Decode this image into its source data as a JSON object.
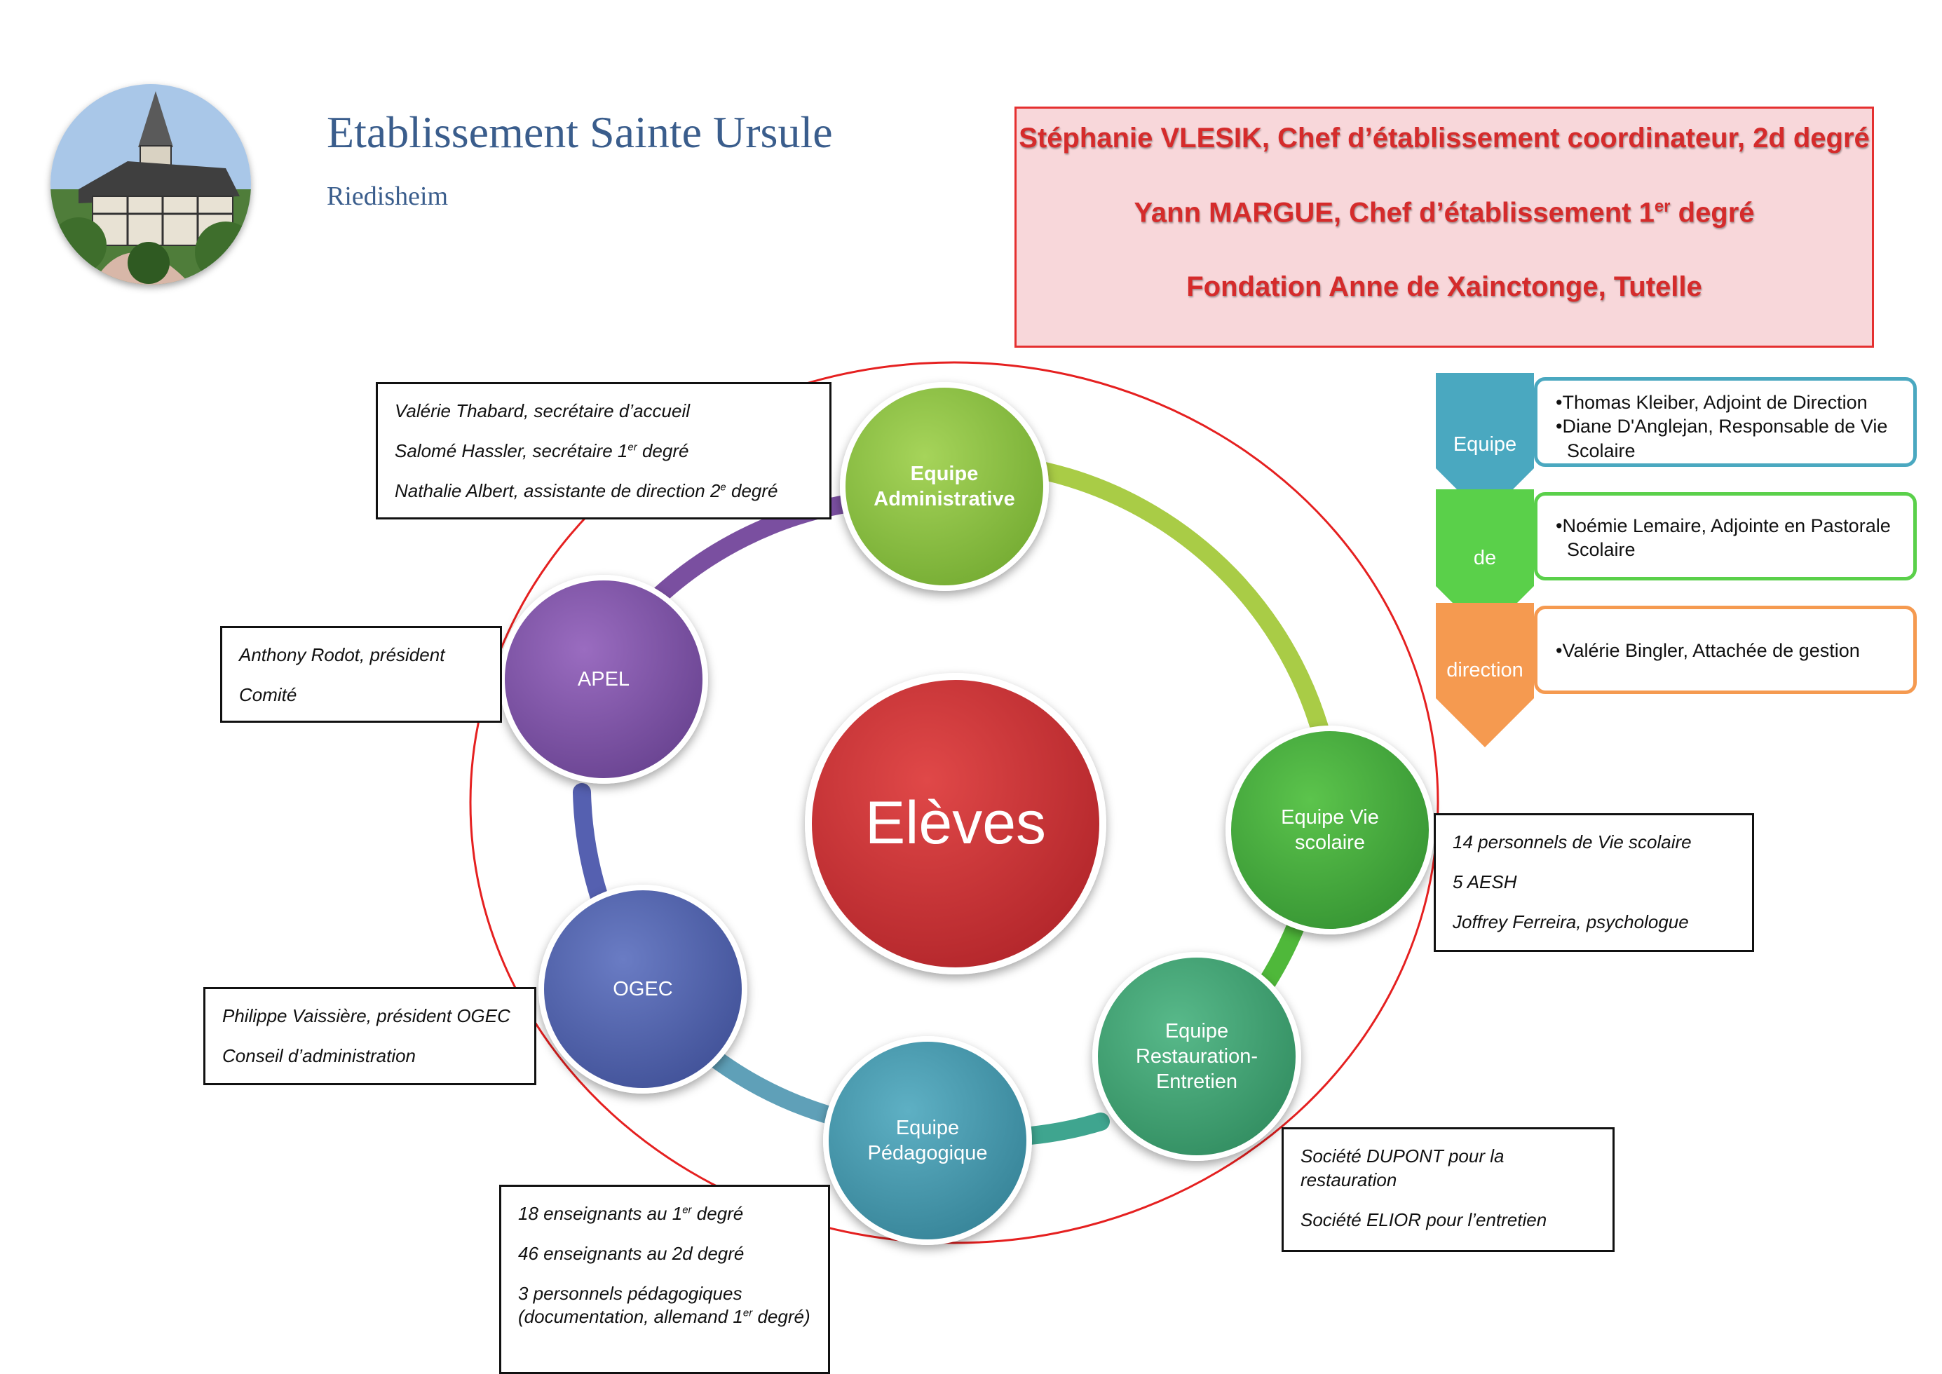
{
  "header": {
    "school_name": "Etablissement Sainte Ursule",
    "school_town": "Riedisheim"
  },
  "leadership": [
    {
      "text": "Stéphanie VLESIK, Chef d’établissement coordinateur, 2d degré"
    },
    {
      "text_before": "Yann MARGUE, Chef d’établissement 1",
      "sup": "er",
      "text_after": " degré"
    },
    {
      "text": "Fondation Anne de Xainctonge, Tutelle"
    }
  ],
  "cycle": {
    "center": "Elèves",
    "nodes": [
      {
        "label": "Equipe Administrative",
        "color": "#8cbf3f"
      },
      {
        "label": "Equipe  Vie scolaire",
        "color": "#3fae3f"
      },
      {
        "label": "Equipe Restauration-Entretien",
        "color": "#3fa572"
      },
      {
        "label": "Equipe Pédagogique",
        "color": "#3f94a8"
      },
      {
        "label": "OGEC",
        "color": "#4a5fa8"
      },
      {
        "label": "APEL",
        "color": "#7a4fa0"
      }
    ]
  },
  "info_boxes": {
    "admin": {
      "line1": "Valérie Thabard, secrétaire d’accueil",
      "line2_a": "Salomé Hassler, secrétaire 1",
      "line2_sup": "er",
      "line2_b": " degré",
      "line3_a": "Nathalie Albert, assistante de direction 2",
      "line3_sup": "e",
      "line3_b": " degré"
    },
    "apel": {
      "line1": "Anthony Rodot, président",
      "line2": "Comité"
    },
    "ogec": {
      "line1": "Philippe Vaissière, président OGEC",
      "line2": "Conseil d’administration"
    },
    "vie_scolaire": {
      "line1": "14 personnels de Vie scolaire",
      "line2": "5 AESH",
      "line3": "Joffrey Ferreira, psychologue"
    },
    "restauration": {
      "line1": "Société DUPONT pour la restauration",
      "line2": "Société ELIOR pour l’entretien"
    },
    "pedagogique": {
      "line1_a": "18 enseignants au 1",
      "line1_sup": "er",
      "line1_b": " degré",
      "line2": "46 enseignants au 2d degré",
      "line3_a": "3 personnels pédagogiques (documentation, allemand 1",
      "line3_sup": "er",
      "line3_b": " degré)"
    }
  },
  "direction_team": [
    {
      "label": "Equipe",
      "color": "#4aa8c0",
      "items": [
        "•Thomas Kleiber, Adjoint de Direction",
        "•Diane D'Anglejan, Responsable de Vie Scolaire"
      ]
    },
    {
      "label": "de",
      "color": "#5ad04a",
      "items": [
        "•Noémie Lemaire, Adjointe en Pastorale Scolaire"
      ]
    },
    {
      "label": "direction",
      "color": "#f59a50",
      "items": [
        "•Valérie Bingler, Attachée de gestion"
      ]
    }
  ]
}
